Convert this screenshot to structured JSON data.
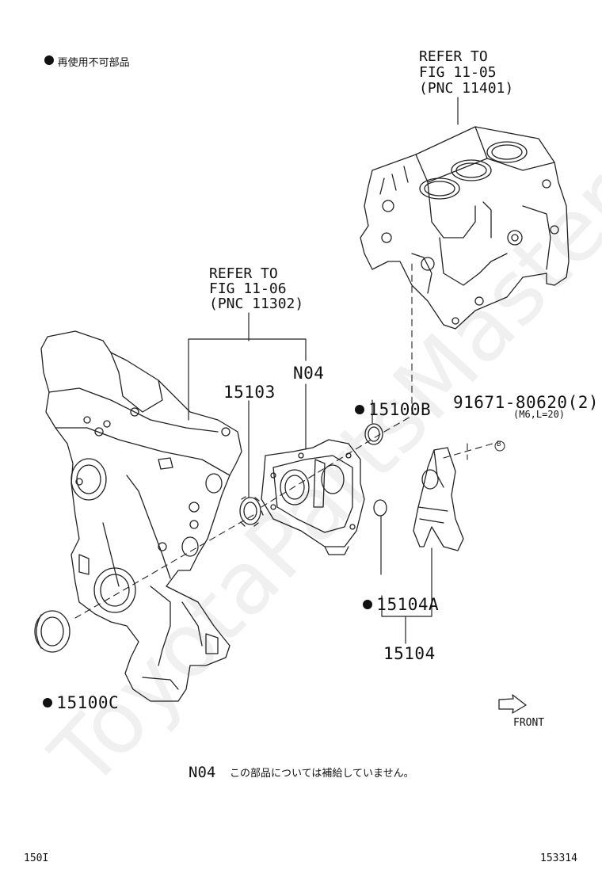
{
  "legend": {
    "bullet_note": "再使用不可部品"
  },
  "refs": {
    "block": {
      "line1": "REFER TO",
      "line2": "FIG 11-05",
      "line3": "(PNC 11401)"
    },
    "cover": {
      "line1": "REFER TO",
      "line2": "FIG 11-06",
      "line3": "(PNC 11302)"
    }
  },
  "parts": {
    "p15103": "15103",
    "pN04": "N04",
    "p15100B": "15100B",
    "p91671": "91671-80620(2)",
    "p91671_spec": "(M6,L=20)",
    "ref_b": "B",
    "p15104A": "15104A",
    "p15104": "15104",
    "p15100C": "15100C"
  },
  "direction": {
    "front": "FRONT"
  },
  "footnote": {
    "code": "N04",
    "text": "この部品については補給していません。"
  },
  "footer": {
    "left": "150I",
    "right": "153314"
  },
  "watermark": "ToyotaPartsMaster.ru"
}
